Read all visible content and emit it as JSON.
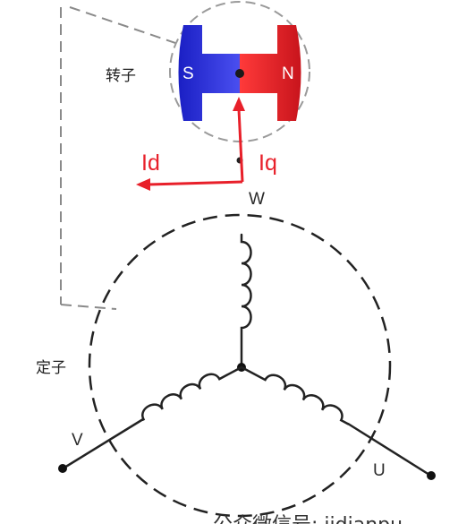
{
  "labels": {
    "rotor": "转子",
    "stator": "定子",
    "pole_s": "S",
    "pole_n": "N",
    "id": "Id",
    "iq": "Iq",
    "phase_w": "W",
    "phase_v": "V",
    "phase_u": "U",
    "watermark": "公众微信号: jidianpu"
  },
  "colors": {
    "south_pole": "#2b2fd6",
    "north_pole": "#e41e26",
    "vector": "#e8202a",
    "line": "#222222"
  }
}
